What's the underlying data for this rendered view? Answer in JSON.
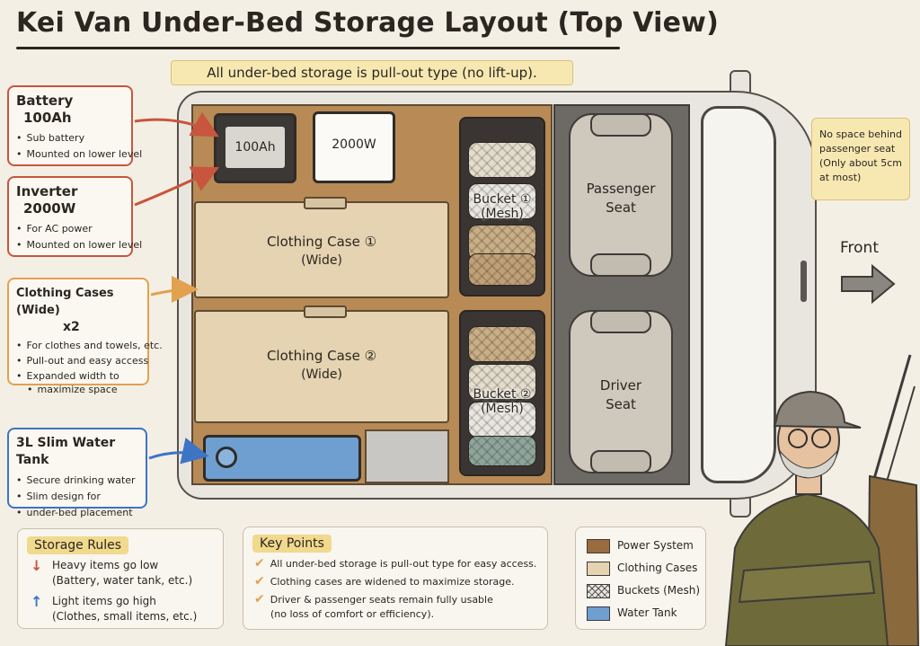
{
  "title": "Kei Van Under-Bed Storage Layout (Top View)",
  "note": "All under-bed storage is pull-out type (no lift-up).",
  "callouts": {
    "battery": {
      "title": "Battery",
      "subtitle": "100Ah",
      "items": [
        "Sub battery",
        "Mounted on lower level"
      ]
    },
    "inverter": {
      "title": "Inverter",
      "subtitle": "2000W",
      "items": [
        "For AC power",
        "Mounted on lower level"
      ]
    },
    "clothing": {
      "title": "Clothing Cases (Wide)",
      "subtitle": "x2",
      "items": [
        "For clothes and towels, etc.",
        "Pull-out and easy access",
        "Expanded width to",
        "maximize space"
      ]
    },
    "water": {
      "title": "3L Slim Water Tank",
      "items": [
        "Secure drinking water",
        "Slim design for",
        "under-bed placement"
      ]
    }
  },
  "van": {
    "battery_label": "100Ah",
    "inverter_label": "2000W",
    "case1": {
      "name": "Clothing Case ①",
      "sub": "(Wide)"
    },
    "case2": {
      "name": "Clothing Case ②",
      "sub": "(Wide)"
    },
    "bucket1": {
      "name": "Bucket ①",
      "sub": "(Mesh)"
    },
    "bucket2": {
      "name": "Bucket ②",
      "sub": "(Mesh)"
    },
    "passenger_seat": {
      "line1": "Passenger",
      "line2": "Seat"
    },
    "driver_seat": {
      "line1": "Driver",
      "line2": "Seat"
    }
  },
  "side_note": {
    "lines": [
      "No space behind",
      "passenger seat",
      "(Only about 5cm",
      "at most)"
    ]
  },
  "front_label": "Front",
  "storage_rules": {
    "title": "Storage Rules",
    "rows": [
      {
        "arrow": "↓",
        "line1": "Heavy items go low",
        "line2": "(Battery, water tank, etc.)"
      },
      {
        "arrow": "↑",
        "line1": "Light items go high",
        "line2": "(Clothes, small items, etc.)"
      }
    ]
  },
  "key_points": {
    "title": "Key Points",
    "items": [
      {
        "text": "All under-bed storage is pull-out type for easy access."
      },
      {
        "text": "Clothing cases are widened to maximize storage."
      },
      {
        "text": "Driver & passenger seats remain fully usable",
        "text2": "(no loss of comfort or efficiency)."
      }
    ]
  },
  "legend": {
    "items": [
      {
        "label": "Power System",
        "color": "#9a6b3f"
      },
      {
        "label": "Clothing Cases",
        "color": "#e5d3b1"
      },
      {
        "label": "Buckets (Mesh)",
        "color": "#e9e6df"
      },
      {
        "label": "Water Tank",
        "color": "#6f9fd0"
      }
    ]
  },
  "colors": {
    "arrow_red": "#c8553d",
    "arrow_orange": "#e2a14f",
    "arrow_blue": "#3d74c3",
    "down_arrow": "#c8553d",
    "up_arrow": "#3d74c3"
  }
}
